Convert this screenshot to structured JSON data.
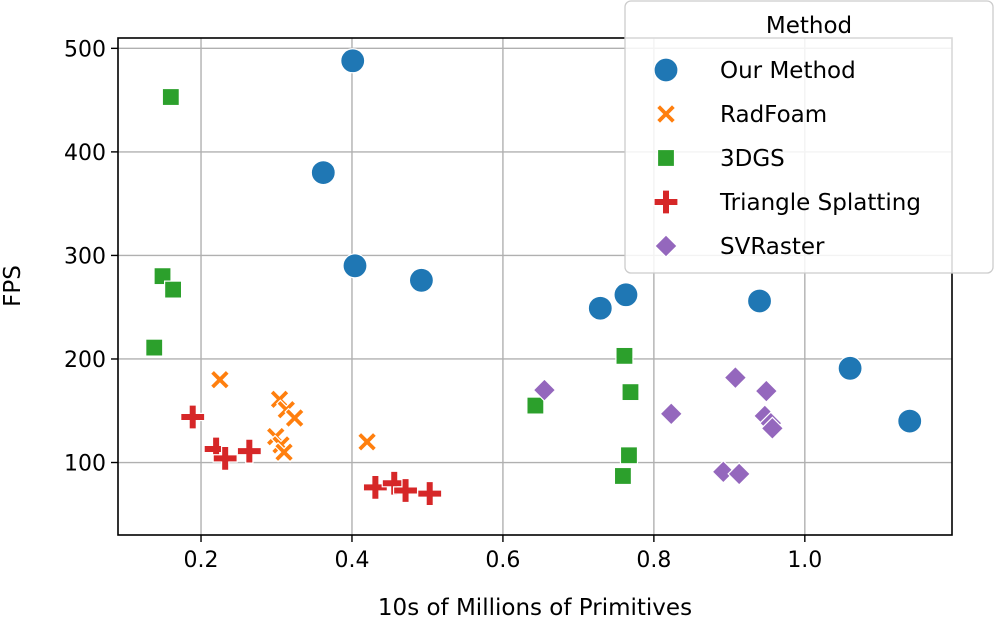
{
  "chart_data": {
    "type": "scatter",
    "xlabel": "10s of Millions of Primitives",
    "ylabel": "FPS",
    "xlim": [
      0.09,
      1.195
    ],
    "ylim": [
      30,
      510
    ],
    "x_ticks": [
      0.2,
      0.4,
      0.6,
      0.8,
      1.0
    ],
    "x_tick_labels": [
      "0.2",
      "0.4",
      "0.6",
      "0.8",
      "1.0"
    ],
    "y_ticks": [
      100,
      200,
      300,
      400,
      500
    ],
    "y_tick_labels": [
      "100",
      "200",
      "300",
      "400",
      "500"
    ],
    "grid": true,
    "legend": {
      "title": "Method",
      "placement": "top-right"
    },
    "series": [
      {
        "name": "Our Method",
        "marker": "circle",
        "color": "#1f77b4",
        "points": [
          [
            0.401,
            488
          ],
          [
            0.362,
            380
          ],
          [
            0.404,
            290
          ],
          [
            0.492,
            276
          ],
          [
            0.729,
            249
          ],
          [
            0.763,
            262
          ],
          [
            0.94,
            256
          ],
          [
            1.06,
            191
          ],
          [
            1.139,
            140
          ]
        ]
      },
      {
        "name": "RadFoam",
        "marker": "x",
        "color": "#ff7f0e",
        "points": [
          [
            0.225,
            180
          ],
          [
            0.304,
            161
          ],
          [
            0.313,
            151
          ],
          [
            0.324,
            143
          ],
          [
            0.299,
            125
          ],
          [
            0.306,
            117
          ],
          [
            0.31,
            110
          ],
          [
            0.42,
            120
          ]
        ]
      },
      {
        "name": "3DGS",
        "marker": "square",
        "color": "#2ca02c",
        "points": [
          [
            0.16,
            453
          ],
          [
            0.149,
            280
          ],
          [
            0.163,
            267
          ],
          [
            0.138,
            211
          ],
          [
            0.643,
            155
          ],
          [
            0.761,
            203
          ],
          [
            0.769,
            168
          ],
          [
            0.767,
            107
          ],
          [
            0.759,
            87
          ]
        ]
      },
      {
        "name": "Triangle Splatting",
        "marker": "plus",
        "color": "#d62728",
        "points": [
          [
            0.189,
            144
          ],
          [
            0.22,
            113
          ],
          [
            0.232,
            104
          ],
          [
            0.264,
            111
          ],
          [
            0.431,
            76
          ],
          [
            0.456,
            80
          ],
          [
            0.471,
            73
          ],
          [
            0.503,
            70
          ]
        ]
      },
      {
        "name": "SVRaster",
        "marker": "diamond",
        "color": "#9467bd",
        "points": [
          [
            0.655,
            170
          ],
          [
            0.823,
            147
          ],
          [
            0.908,
            182
          ],
          [
            0.949,
            169
          ],
          [
            0.947,
            145
          ],
          [
            0.955,
            138
          ],
          [
            0.957,
            133
          ],
          [
            0.892,
            91
          ],
          [
            0.913,
            89
          ]
        ]
      }
    ]
  }
}
